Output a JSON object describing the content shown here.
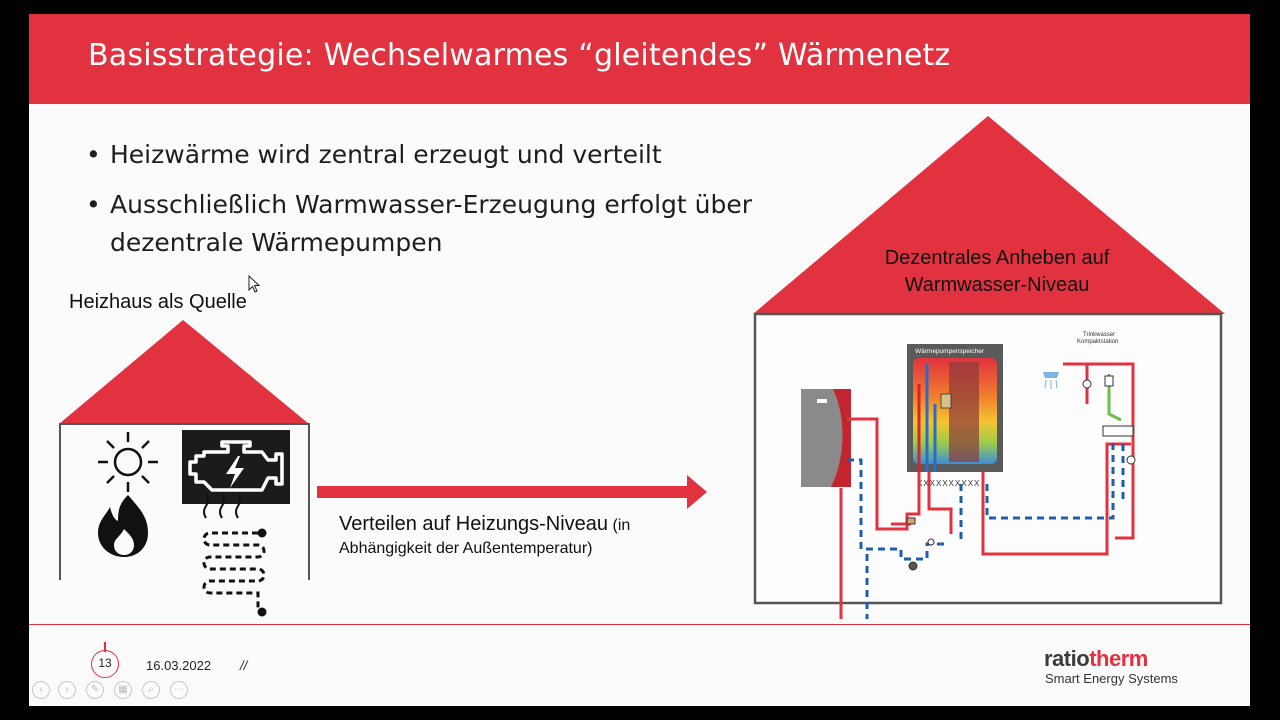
{
  "slide": {
    "title": "Basisstrategie: Wechselwarmes “gleitendes” Wärmenetz",
    "bullets": [
      {
        "symbol": "•",
        "text": "Heizwärme wird zentral erzeugt und verteilt"
      },
      {
        "symbol": "•",
        "text": "Ausschließlich Warmwasser-Erzeugung erfolgt über dezentrale Wärmepumpen"
      }
    ],
    "left_house": {
      "label": "Heizhaus als Quelle",
      "icons": [
        "sun-icon",
        "engine-lightning-icon",
        "flame-icon",
        "heat-coil-icon"
      ]
    },
    "arrow_text": {
      "main": "Verteilen auf Heizungs-Niveau",
      "paren_start": "(in",
      "paren_rest": "Abhängigkeit der Außentemperatur)"
    },
    "right_house": {
      "roof_line1": "Dezentrales Anheben auf",
      "roof_line2": "Warmwasser-Niveau",
      "diagram_labels": {
        "storage": "Wärmepumpenspeicher",
        "station_line1": "Trinkwasser",
        "station_line2": "Kompaktstation"
      }
    }
  },
  "footer": {
    "page_number": "13",
    "date": "16.03.2022",
    "separator": "//",
    "logo_part1": "ratio",
    "logo_part2": "therm",
    "logo_tagline": "Smart Energy Systems"
  },
  "toolbar": {
    "buttons": [
      "previous-slide",
      "next-slide",
      "pen",
      "slides",
      "zoom",
      "more"
    ]
  },
  "colors": {
    "accent_red": "#e2323f",
    "arrow_red": "#e2323f",
    "pipe_blue": "#1f5fa8"
  }
}
